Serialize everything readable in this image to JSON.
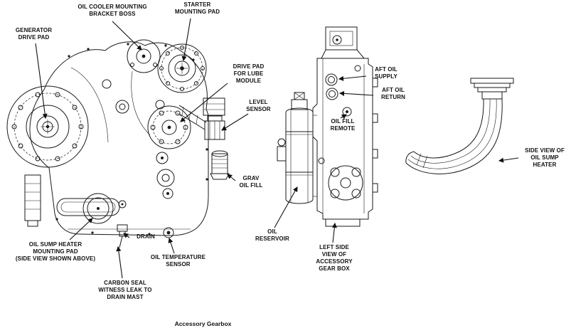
{
  "diagram": {
    "caption": "Accessory Gearbox",
    "labels": {
      "generator_drive_pad": "GENERATOR\nDRIVE PAD",
      "oil_cooler_bracket": "OIL COOLER MOUNTING\nBRACKET BOSS",
      "starter_pad": "STARTER\nMOUNTING PAD",
      "lube_module_pad": "DRIVE PAD\nFOR LUBE\nMODULE",
      "level_sensor": "LEVEL\nSENSOR",
      "aft_oil_supply": "AFT OIL\nSUPPLY",
      "aft_oil_return": "AFT OIL\nRETURN",
      "oil_fill_remote": "OIL FILL\nREMOTE",
      "grav_oil_fill": "GRAV\nOIL FILL",
      "oil_reservoir": "OIL\nRESERVOIR",
      "side_view_heater": "SIDE VIEW OF\nOIL SUMP\nHEATER",
      "sump_heater_pad": "OIL SUMP HEATER\nMOUNTING PAD\n(SIDE VIEW SHOWN ABOVE)",
      "drain": "DRAIN",
      "oil_temp_sensor": "OIL TEMPERATURE\nSENSOR",
      "carbon_seal": "CARBON SEAL\nWITNESS LEAK TO\nDRAIN MAST",
      "left_side_view": "LEFT SIDE\nVIEW OF\nACCESSORY\nGEAR BOX"
    },
    "colors": {
      "line": "#1a1a1a",
      "background": "#ffffff",
      "text": "#111111"
    }
  }
}
